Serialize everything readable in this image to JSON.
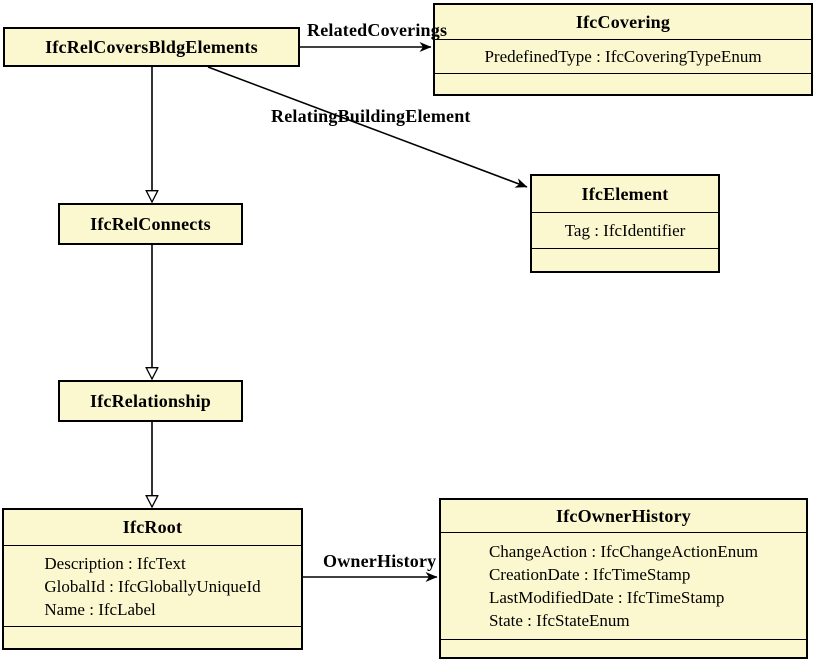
{
  "diagram": {
    "title": "IFC class diagram",
    "colors": {
      "box_fill": "#FBF7CE",
      "box_border": "#000000",
      "background": "#FFFFFF",
      "line": "#000000"
    },
    "classes": [
      {
        "title": "IfcRelCoversBldgElements",
        "attributes": []
      },
      {
        "title": "IfcCovering",
        "attributes": [
          "PredefinedType : IfcCoveringTypeEnum"
        ]
      },
      {
        "title": "IfcElement",
        "attributes": [
          "Tag : IfcIdentifier"
        ]
      },
      {
        "title": "IfcRelConnects",
        "attributes": []
      },
      {
        "title": "IfcRelationship",
        "attributes": []
      },
      {
        "title": "IfcRoot",
        "attributes": [
          "Description : IfcText",
          "GlobalId : IfcGloballyUniqueId",
          "Name : IfcLabel"
        ]
      },
      {
        "title": "IfcOwnerHistory",
        "attributes": [
          "ChangeAction : IfcChangeActionEnum",
          "CreationDate : IfcTimeStamp",
          "LastModifiedDate : IfcTimeStamp",
          "State : IfcStateEnum"
        ]
      }
    ],
    "edges": [
      {
        "label": "RelatedCoverings",
        "from": "IfcRelCoversBldgElements",
        "to": "IfcCovering",
        "kind": "association"
      },
      {
        "label": "RelatingBuildingElement",
        "from": "IfcRelCoversBldgElements",
        "to": "IfcElement",
        "kind": "association"
      },
      {
        "label": "OwnerHistory",
        "from": "IfcRoot",
        "to": "IfcOwnerHistory",
        "kind": "association"
      },
      {
        "label": "",
        "from": "IfcRelCoversBldgElements",
        "to": "IfcRelConnects",
        "kind": "generalization"
      },
      {
        "label": "",
        "from": "IfcRelConnects",
        "to": "IfcRelationship",
        "kind": "generalization"
      },
      {
        "label": "",
        "from": "IfcRelationship",
        "to": "IfcRoot",
        "kind": "generalization"
      }
    ]
  }
}
